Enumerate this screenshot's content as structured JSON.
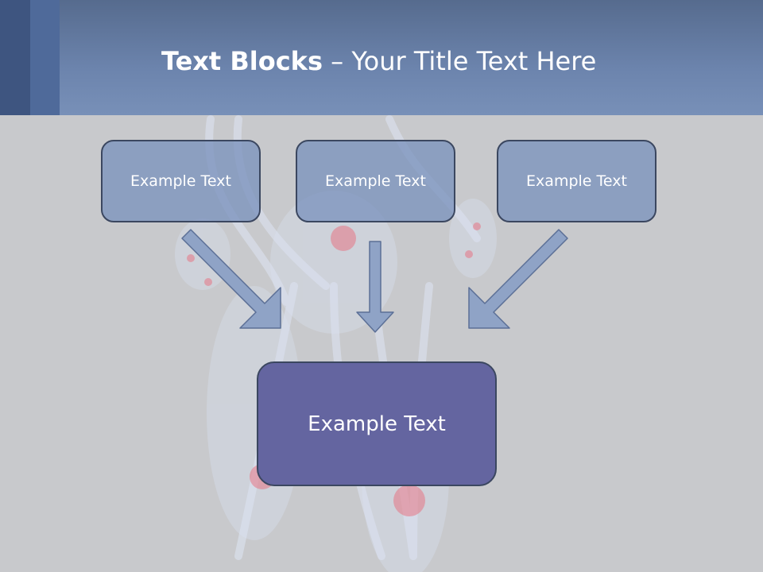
{
  "slide": {
    "title_bold": "Text Blocks",
    "title_rest": " – Your Title Text Here",
    "blocks": [
      {
        "text": "Example Text"
      },
      {
        "text": "Example Text"
      },
      {
        "text": "Example Text"
      }
    ],
    "center_block": {
      "text": "Example Text"
    }
  },
  "colors": {
    "header": "#6c84ad",
    "background": "#c8c9cc",
    "small_block_fill": "#7890bc",
    "center_block_fill": "#6465a0",
    "arrow_fill": "#8fa3c6",
    "border": "#3b4760"
  }
}
